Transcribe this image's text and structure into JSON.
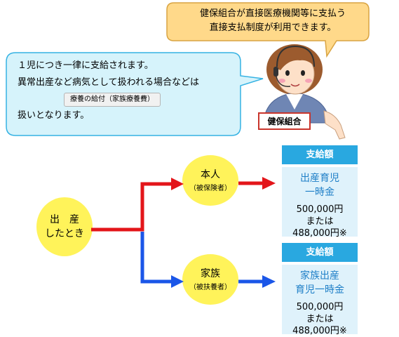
{
  "top_bubble": {
    "line1": "健保組合が直接医療機関等に支払う",
    "line2": "直接支払制度が利用できます。"
  },
  "left_bubble": {
    "line1": "１児につき一律に支給されます。",
    "line2": "異常出産など病気として扱われる場合などは",
    "chip": "療養の給付（家族療養費）",
    "line3": "扱いとなります。"
  },
  "sign": "健保組合",
  "start_node": {
    "line1": "出　産",
    "line2": "したとき"
  },
  "insured": {
    "label": "本人",
    "sub": "（被保険者）"
  },
  "family": {
    "label": "家族",
    "sub": "（被扶養者）"
  },
  "benefit_top": {
    "header": "支給額",
    "title1": "出産育児",
    "title2": "一時金",
    "amount1": "500,000円",
    "or": "または",
    "amount2": "488,000円※"
  },
  "benefit_bottom": {
    "header": "支給額",
    "title1": "家族出産",
    "title2": "育児一時金",
    "amount1": "500,000円",
    "or": "または",
    "amount2": "488,000円※"
  },
  "colors": {
    "bubble_fill": "#ffd98a",
    "bubble_stroke": "#d9a442",
    "left_bubble_fill": "#d6f3fb",
    "left_bubble_stroke": "#35b2e3",
    "node_fill": "#fff35a",
    "red_arrow": "#e3151a",
    "blue_arrow": "#1a56e8",
    "header_blue": "#29a8e0",
    "box_blue": "#dff2fb",
    "title_blue": "#1e7fc7"
  }
}
